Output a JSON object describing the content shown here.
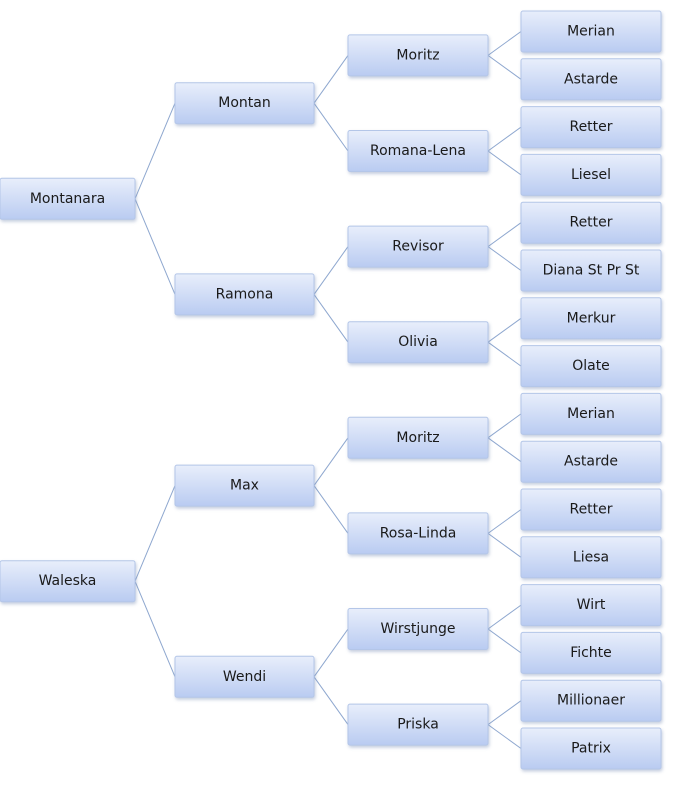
{
  "pedigree": [
    {
      "name": "Montanara",
      "sire": {
        "name": "Montan",
        "sire": {
          "name": "Moritz",
          "sire": {
            "name": "Merian"
          },
          "dam": {
            "name": "Astarde"
          }
        },
        "dam": {
          "name": "Romana-Lena",
          "sire": {
            "name": "Retter"
          },
          "dam": {
            "name": "Liesel"
          }
        }
      },
      "dam": {
        "name": "Ramona",
        "sire": {
          "name": "Revisor",
          "sire": {
            "name": "Retter"
          },
          "dam": {
            "name": "Diana St Pr St"
          }
        },
        "dam": {
          "name": "Olivia",
          "sire": {
            "name": "Merkur"
          },
          "dam": {
            "name": "Olate"
          }
        }
      }
    },
    {
      "name": "Waleska",
      "sire": {
        "name": "Max",
        "sire": {
          "name": "Moritz",
          "sire": {
            "name": "Merian"
          },
          "dam": {
            "name": "Astarde"
          }
        },
        "dam": {
          "name": "Rosa-Linda",
          "sire": {
            "name": "Retter"
          },
          "dam": {
            "name": "Liesa"
          }
        }
      },
      "dam": {
        "name": "Wendi",
        "sire": {
          "name": "Wirstjunge",
          "sire": {
            "name": "Wirt"
          },
          "dam": {
            "name": "Fichte"
          }
        },
        "dam": {
          "name": "Priska",
          "sire": {
            "name": "Millionaer"
          },
          "dam": {
            "name": "Patrix"
          }
        }
      }
    }
  ],
  "colors": {
    "box_top": "#e8eefb",
    "box_bottom": "#b9cbf1",
    "box_border": "#b4c6e8",
    "connector": "#8ea7cf",
    "text": "#1a1a1a"
  }
}
